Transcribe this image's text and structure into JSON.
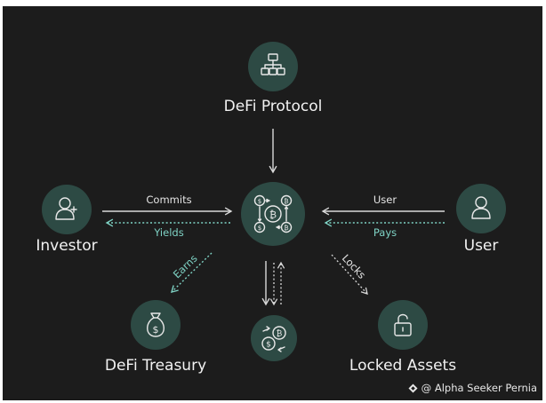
{
  "diagram": {
    "nodes": {
      "protocol": "DeFi Protocol",
      "investor": "Investor",
      "user": "User",
      "treasury": "DeFi Treasury",
      "locked": "Locked Assets"
    },
    "edges": {
      "commits": "Commits",
      "yields": "Yields",
      "user": "User",
      "pays": "Pays",
      "earns": "Earns",
      "locks": "Locks"
    },
    "icons": {
      "protocol": "network-hierarchy-icon",
      "investor": "user-plus-icon",
      "user": "user-icon",
      "hub": "crypto-coins-hub-icon",
      "treasury": "money-bag-icon",
      "locked": "unlocked-padlock-icon",
      "exchange": "coin-exchange-icon"
    },
    "colors": {
      "background": "#1c1c1c",
      "node_fill": "#2d4a44",
      "accent": "#7fd3c5",
      "text": "#f2f2f2"
    }
  },
  "credit": {
    "text": "@ Alpha Seeker Pernia",
    "icon": "diamond-logo-icon"
  }
}
